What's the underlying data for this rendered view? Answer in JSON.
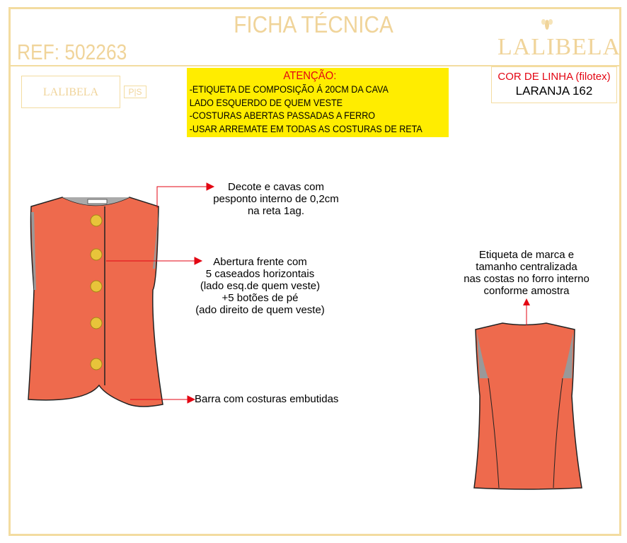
{
  "header": {
    "title": "FICHA TÉCNICA",
    "ref": "REF: 502263",
    "brand": "LALIBELA"
  },
  "label": {
    "brand": "LALIBELA",
    "size": "P|S"
  },
  "attention": {
    "title": "ATENÇÃO:",
    "lines": [
      "-ETIQUETA DE COMPOSIÇÃO Á 20CM DA CAVA",
      "LADO ESQUERDO DE QUEM VESTE",
      "-COSTURAS ABERTAS PASSADAS A FERRO",
      "-USAR ARREMATE EM TODAS AS COSTURAS DE RETA"
    ]
  },
  "thread": {
    "label": "COR DE LINHA (filotex)",
    "value": "LARANJA 162"
  },
  "notes": {
    "neckline": [
      "Decote e cavas com",
      "pesponto interno de 0,2cm",
      "na reta 1ag."
    ],
    "opening": [
      "Abertura frente com",
      "5 caseados horizontais",
      "(lado esq.de quem veste)",
      "+5 botões de pé",
      "(ado direito de quem veste)"
    ],
    "hem": [
      "Barra com costuras embutidas"
    ],
    "back_label": [
      "Etiqueta de marca e",
      "tamanho centralizada",
      "nas costas no forro interno",
      "conforme amostra"
    ]
  },
  "colors": {
    "garment": "#ee6a4d",
    "accent": "#e30613",
    "frame": "#f3dca0",
    "attention_bg": "#ffed00"
  }
}
